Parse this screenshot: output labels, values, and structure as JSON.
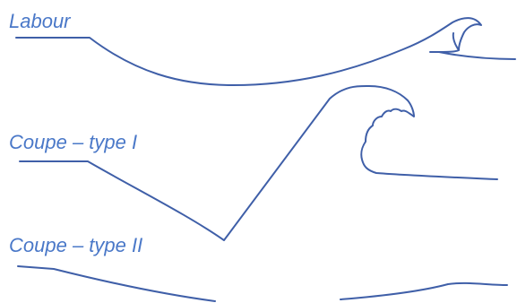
{
  "diagram": {
    "colors": {
      "label": "#4a78c8",
      "stroke": "#3f5fa8"
    },
    "waves": [
      {
        "label": "Labour"
      },
      {
        "label": "Coupe – type I"
      },
      {
        "label": "Coupe – type II"
      }
    ]
  }
}
